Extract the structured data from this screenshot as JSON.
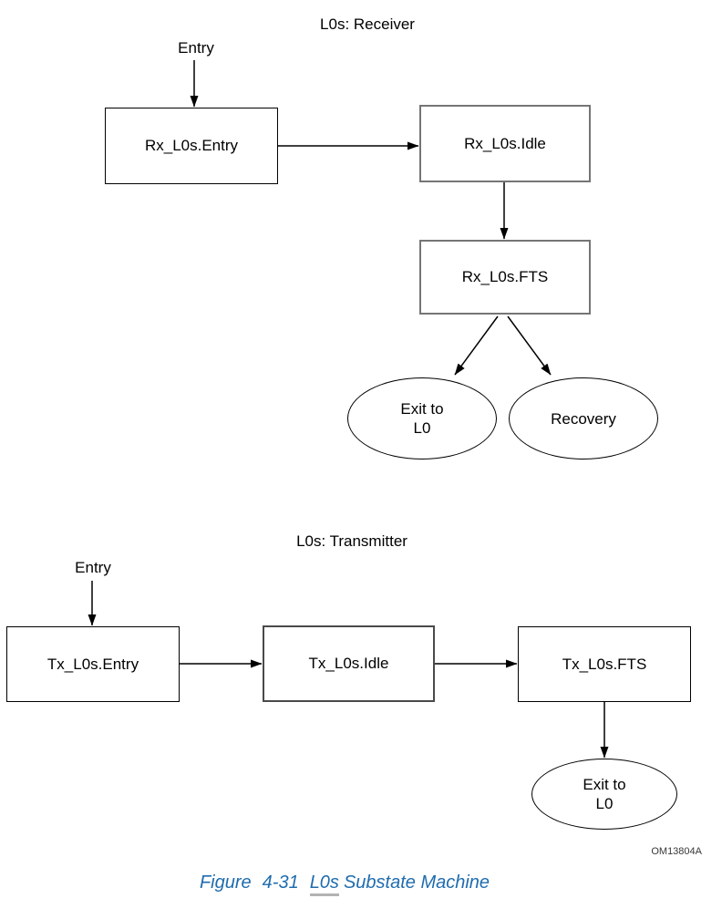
{
  "receiver": {
    "title": "L0s: Receiver",
    "entry_label": "Entry",
    "states": {
      "entry": "Rx_L0s.Entry",
      "idle": "Rx_L0s.Idle",
      "fts": "Rx_L0s.FTS"
    },
    "terminals": {
      "exit_line1": "Exit to",
      "exit_line2": "L0",
      "recovery": "Recovery"
    }
  },
  "transmitter": {
    "title": "L0s: Transmitter",
    "entry_label": "Entry",
    "states": {
      "entry": "Tx_L0s.Entry",
      "idle": "Tx_L0s.Idle",
      "fts": "Tx_L0s.FTS"
    },
    "terminals": {
      "exit_line1": "Exit to",
      "exit_line2": "L0"
    }
  },
  "watermark": "OM13804A",
  "caption": {
    "word1": "Figure",
    "word2": "4-31",
    "link_text": "L0s",
    "title_rest": "Substate Machine"
  },
  "colors": {
    "caption_blue": "#1f6cae",
    "link_underline_gray": "#b3b3b3",
    "box_border_black": "#000000",
    "box_border_gray": "#757575",
    "diagram_ink": "#000000"
  }
}
